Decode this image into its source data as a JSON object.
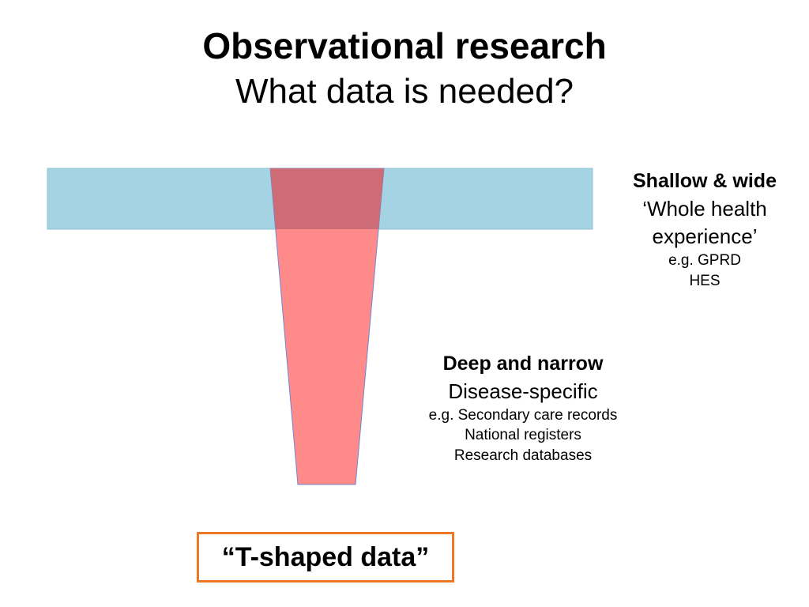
{
  "title": {
    "main": "Observational research",
    "sub": "What data is needed?"
  },
  "colors": {
    "horizontal_bar": "#a5d3e3",
    "vertical_bar": "#ff8a8a",
    "overlap": "#cd6c74",
    "box_border": "#ef7622"
  },
  "shallow": {
    "heading": "Shallow & wide",
    "desc_line1": "‘Whole health",
    "desc_line2": "experience’",
    "example1": "e.g. GPRD",
    "example2": "HES"
  },
  "deep": {
    "heading": "Deep and narrow",
    "desc": "Disease-specific",
    "example1": "e.g. Secondary care records",
    "example2": "National registers",
    "example3": "Research databases"
  },
  "summary_label": "“T-shaped data”"
}
